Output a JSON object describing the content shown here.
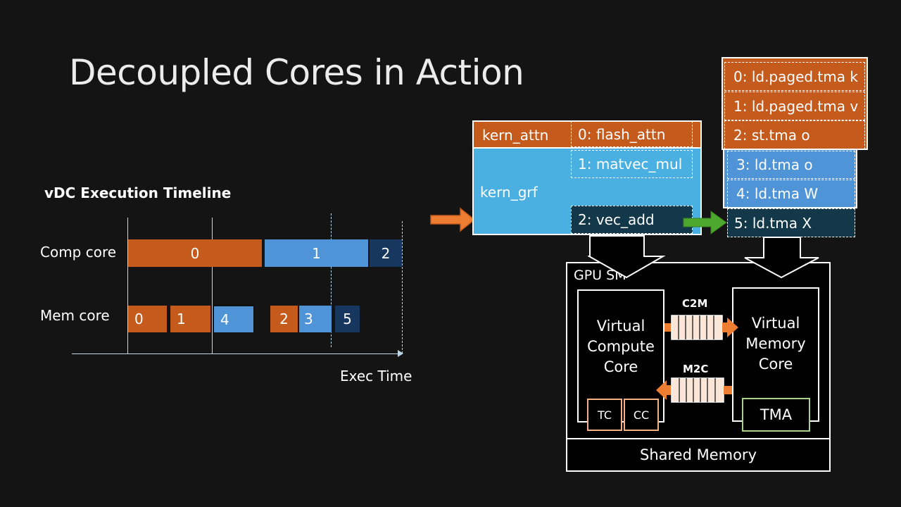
{
  "slide": {
    "title": "Decoupled Cores in Action"
  },
  "timeline": {
    "title": "vDC Execution Timeline",
    "comp_label": "Comp core",
    "mem_label": "Mem core",
    "axis_label": "Exec Time",
    "comp_segments": [
      "0",
      "1",
      "2"
    ],
    "mem_segments": [
      "0",
      "1",
      "4",
      "2",
      "3",
      "5"
    ]
  },
  "kernels": {
    "kern_attn": "kern_attn",
    "kern_grf": "kern_grf",
    "ops": [
      "0: flash_attn",
      "1: matvec_mul",
      "2: vec_add"
    ]
  },
  "mem_ops": [
    "0: ld.paged.tma k",
    "1: ld.paged.tma v",
    "2: st.tma o",
    "3: ld.tma o",
    "4: ld.tma W",
    "5: ld.tma X"
  ],
  "gpu_sm": {
    "label": "GPU SM",
    "vcc": [
      "Virtual",
      "Compute",
      "Core"
    ],
    "vmc": [
      "Virtual",
      "Memory",
      "Core"
    ],
    "c2m": "C2M",
    "m2c": "M2C",
    "tc": "TC",
    "cc": "CC",
    "tma": "TMA",
    "shared_memory": "Shared Memory"
  },
  "colors": {
    "orange": "#c55a1d",
    "blue": "#4f94d6",
    "light_blue": "#4ab0e2",
    "navy": "#17375e",
    "dark_teal": "#12384a",
    "green_arrow": "#4ea72e",
    "queue_fill": "#fbe5d6",
    "tc_border": "#f4b183",
    "tma_border": "#a9d18e"
  }
}
